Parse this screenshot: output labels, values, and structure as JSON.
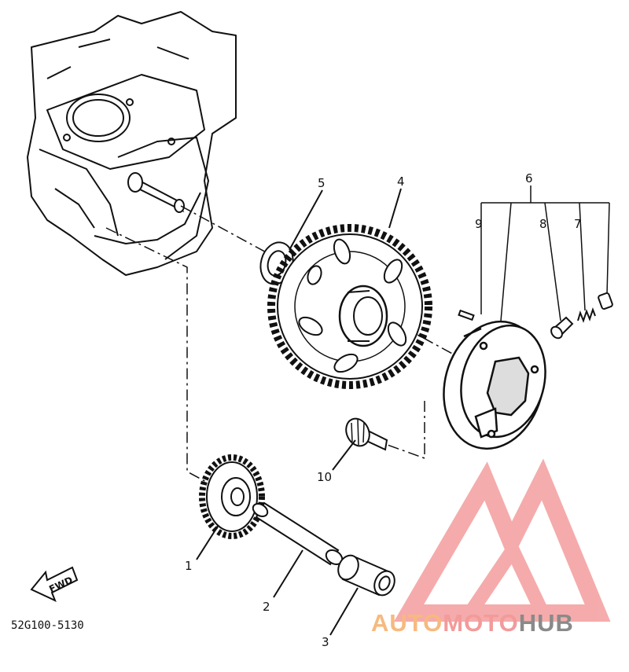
{
  "diagram": {
    "part_code": "52G100-5130",
    "fwd_label": "FWD",
    "callouts": {
      "c1": "1",
      "c2": "2",
      "c3": "3",
      "c4": "4",
      "c5": "5",
      "c6": "6",
      "c7": "7",
      "c8": "8",
      "c9": "9",
      "c10": "10"
    }
  },
  "watermark": {
    "part1": "AUTO",
    "part2": "MOTO",
    "part3": "HUB",
    "colors": {
      "auto": "#f7b97e",
      "moto": "#f39a9a",
      "hub": "#8a8a8a",
      "logo": "#f4a3a3"
    }
  }
}
